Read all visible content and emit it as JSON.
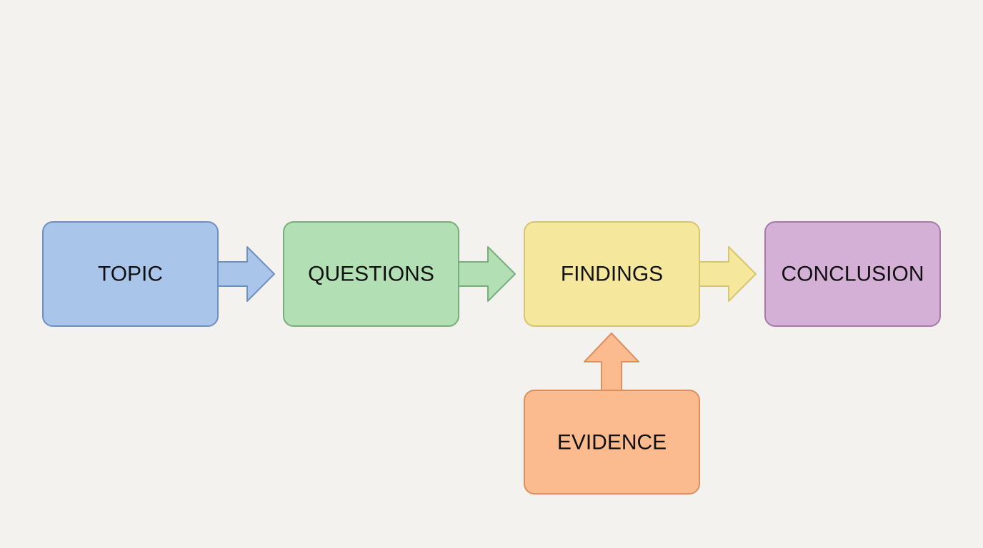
{
  "diagram": {
    "nodes": [
      {
        "id": "topic",
        "label": "TOPIC",
        "fill": "#a9c5ea",
        "stroke": "#6f8fbf"
      },
      {
        "id": "questions",
        "label": "QUESTIONS",
        "fill": "#b3dfb4",
        "stroke": "#79ad7b"
      },
      {
        "id": "findings",
        "label": "FINDINGS",
        "fill": "#f5e89d",
        "stroke": "#d6c571"
      },
      {
        "id": "conclusion",
        "label": "CONCLUSION",
        "fill": "#d4b0d6",
        "stroke": "#a77aa9"
      },
      {
        "id": "evidence",
        "label": "EVIDENCE",
        "fill": "#fbbb8e",
        "stroke": "#dc8f5f"
      }
    ],
    "edges": [
      {
        "from": "topic",
        "to": "questions",
        "fill": "#a9c5ea",
        "stroke": "#6f8fbf"
      },
      {
        "from": "questions",
        "to": "findings",
        "fill": "#b3dfb4",
        "stroke": "#79ad7b"
      },
      {
        "from": "findings",
        "to": "conclusion",
        "fill": "#f5e89d",
        "stroke": "#d6c571"
      },
      {
        "from": "evidence",
        "to": "findings",
        "fill": "#fbbb8e",
        "stroke": "#dc8f5f"
      }
    ]
  }
}
